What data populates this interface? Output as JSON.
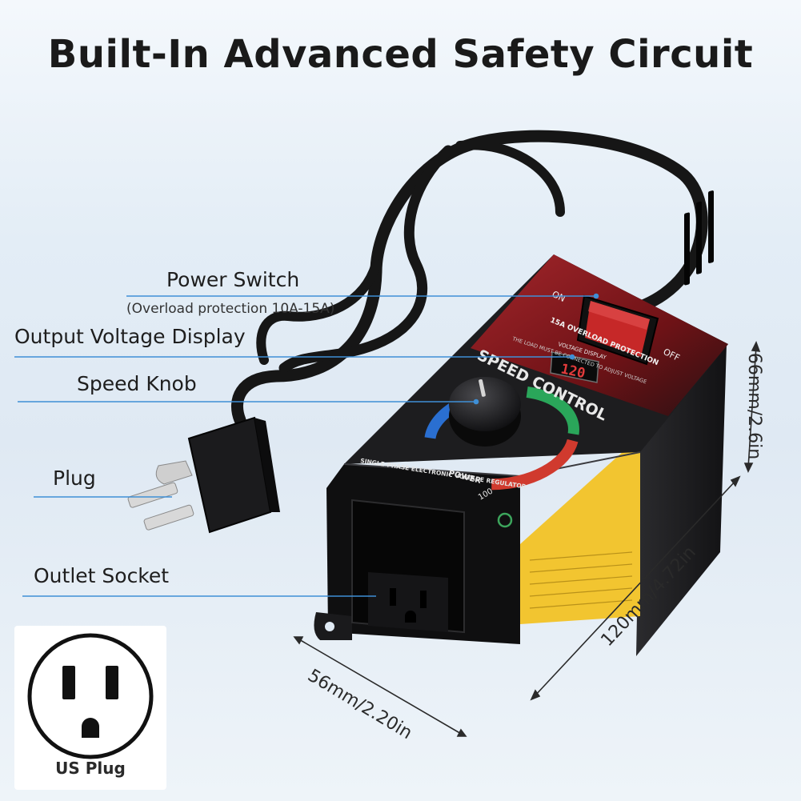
{
  "page": {
    "title": "Built-In Advanced Safety Circuit"
  },
  "callouts": {
    "power_switch": "Power Switch",
    "power_switch_note": "(Overload protection 10A-15A)",
    "output_voltage_display": "Output Voltage Display",
    "speed_knob": "Speed Knob",
    "plug": "Plug",
    "outlet_socket": "Outlet Socket"
  },
  "dimensions": {
    "height": "66mm/2.6in",
    "length": "120mm/4.72in",
    "width": "56mm/2.20in"
  },
  "device": {
    "switch_on": "ON",
    "switch_off": "OFF",
    "overload": "15A OVERLOAD PROTECTION",
    "voltage_display_label": "VOLTAGE DISPLAY",
    "display_value": "120",
    "brand": "SPEED CONTROL",
    "load_note": "THE LOAD MUST BE CONNECTED TO ADJUST VOLTAGE",
    "regulator": "SINGLE-PHASE ELECTRONIC VOLTAGE REGULATOR",
    "dial_power": "POWER",
    "dial_max": "100"
  },
  "us_plug": {
    "label": "US Plug"
  },
  "colors": {
    "callout_line": "#3f8fd6",
    "device_body": "#1d1d1f",
    "panel_red": "#8b1a1e",
    "switch_red": "#c62828",
    "warning_yellow": "#f2c530"
  }
}
